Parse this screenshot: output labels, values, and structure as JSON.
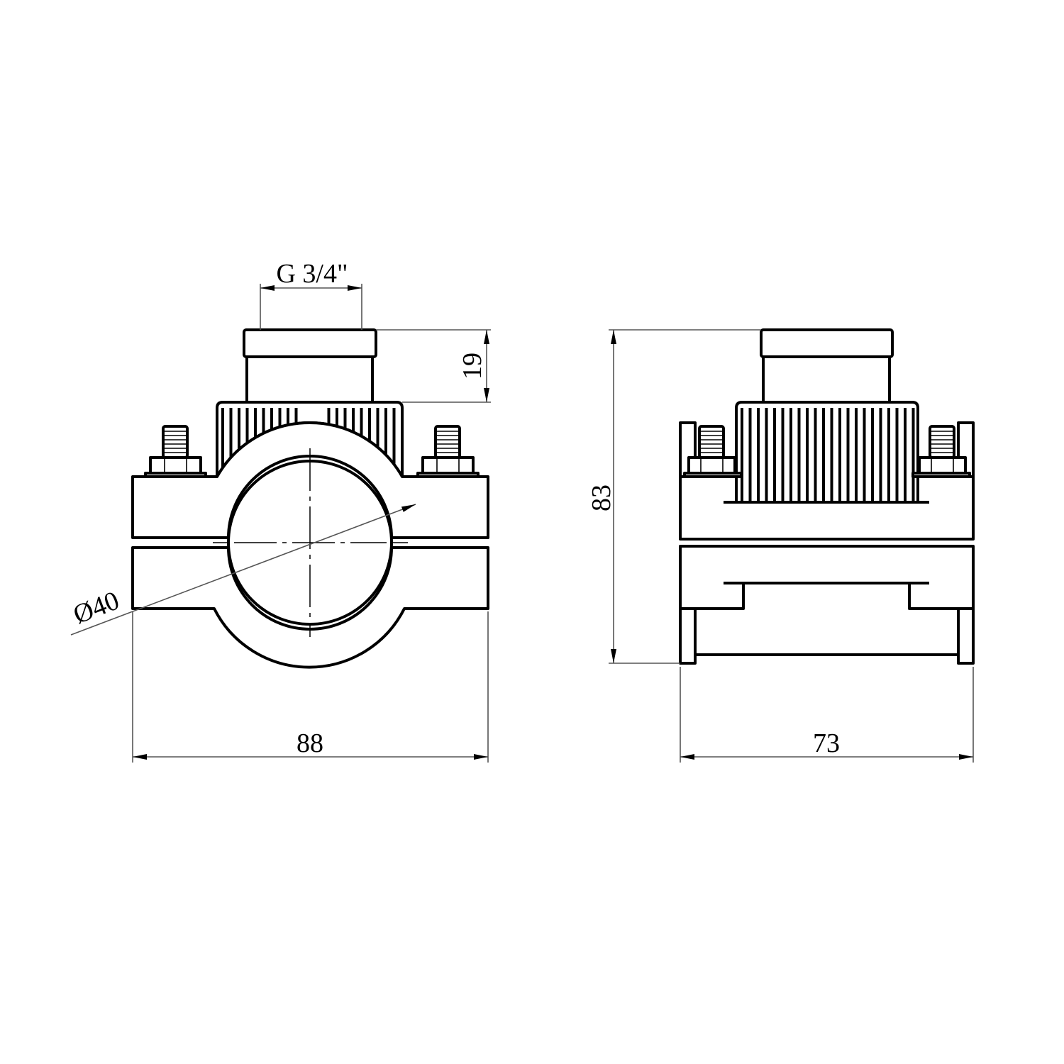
{
  "drawing": {
    "front_view": {
      "thread_label": "G 3/4\"",
      "height_label": "19",
      "diameter_label": "Ø40",
      "width_label": "88"
    },
    "side_view": {
      "height_label": "83",
      "width_label": "73"
    }
  }
}
